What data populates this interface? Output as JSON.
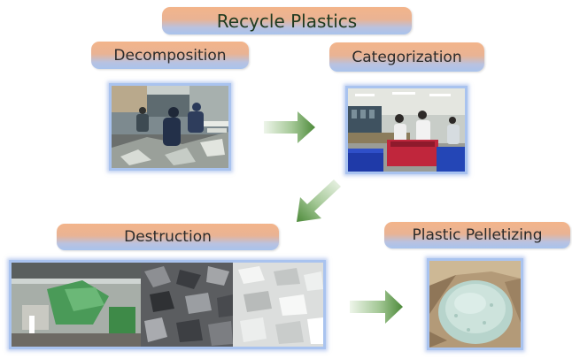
{
  "title": "Recycle Plastics",
  "steps": {
    "decomposition": "Decomposition",
    "categorization": "Categorization",
    "destruction": "Destruction",
    "pelletizing": "Plastic Pelletizing"
  },
  "colors": {
    "pill_top": "#f3b48a",
    "pill_bottom": "#a9c3ec",
    "photo_border": "#a9c3ef",
    "arrow_dark": "#4d8a3a",
    "arrow_light": "#e8f2e4"
  }
}
